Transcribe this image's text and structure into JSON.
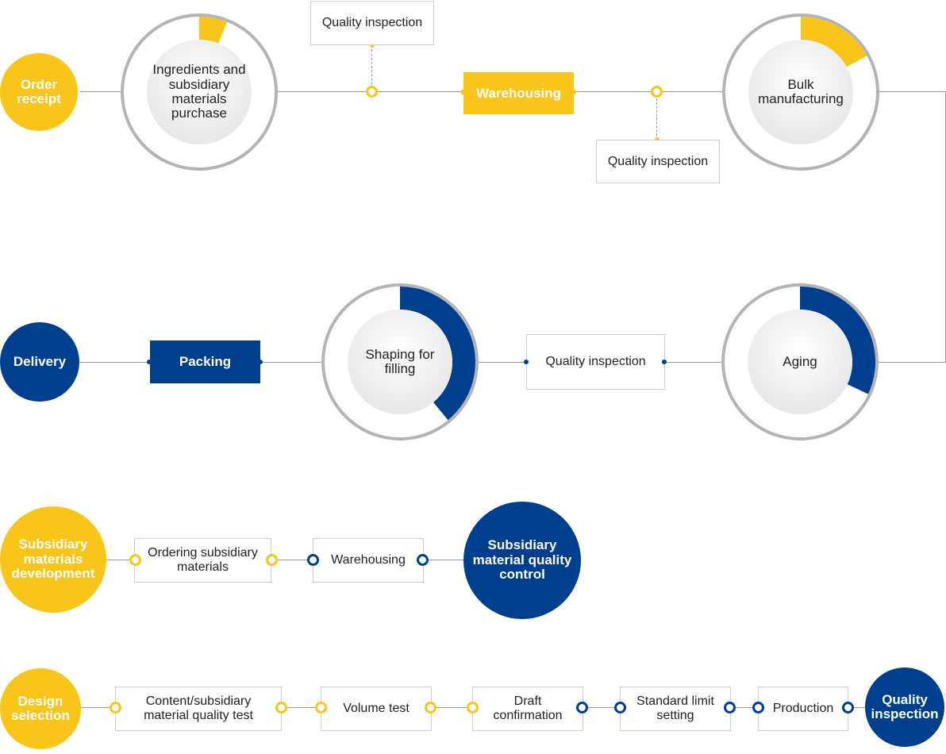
{
  "colors": {
    "yellow": "#f9c51a",
    "navy": "#003f8e",
    "line": "#9a9a9a",
    "ring": "#b4b4b4"
  },
  "row1": {
    "order_receipt": "Order receipt",
    "ingredients_purchase": "Ingredients and subsidiary materials purchase",
    "quality_inspection_top": "Quality inspection",
    "warehousing": "Warehousing",
    "quality_inspection_bottom": "Quality inspection",
    "bulk_manufacturing": "Bulk manufacturing"
  },
  "row2": {
    "delivery": "Delivery",
    "packing": "Packing",
    "shaping_for_filling": "Shaping for filling",
    "quality_inspection": "Quality inspection",
    "aging": "Aging"
  },
  "row3": {
    "subsidiary_development": "Subsidiary materials development",
    "ordering_subsidiary": "Ordering subsidiary materials",
    "warehousing": "Warehousing",
    "subsidiary_quality_control": "Subsidiary material quality control"
  },
  "row4": {
    "design_selection": "Design selection",
    "content_quality_test": "Content/subsidiary material quality test",
    "volume_test": "Volume test",
    "draft_confirmation": "Draft confirmation",
    "standard_limit_setting": "Standard limit setting",
    "production": "Production",
    "quality_inspection": "Quality inspection"
  },
  "progress": {
    "ingredients_purchase": 0.06,
    "bulk_manufacturing": 0.17,
    "shaping_for_filling": 0.39,
    "aging": 0.32
  }
}
